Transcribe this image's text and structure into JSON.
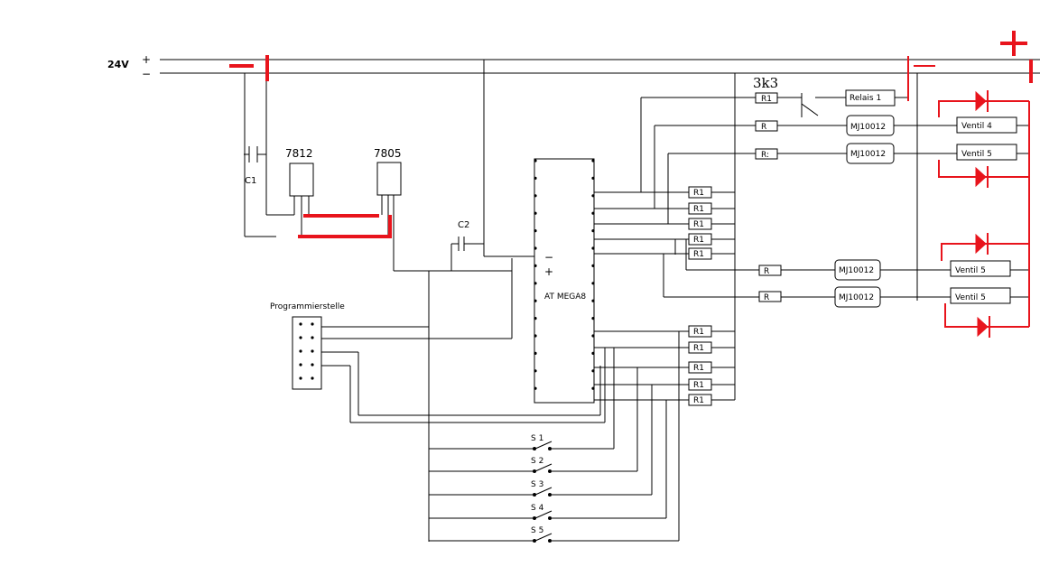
{
  "supply": {
    "voltage": "24V",
    "plus": "+",
    "minus": "−"
  },
  "regulators": {
    "r1": "7812",
    "r2": "7805"
  },
  "capacitors": {
    "c1": "C1",
    "c2": "C2"
  },
  "mcu": {
    "label": "AT MEGA8",
    "minus": "−",
    "plus": "+"
  },
  "header": {
    "label": "Programmierstelle"
  },
  "note_3k3": "3k3",
  "resistors": {
    "r_top1": "R1",
    "r_top2": "R_",
    "r_top3": "R:",
    "r_mid1": "R_",
    "r_mid2": "R",
    "stack_labels": [
      "R1",
      "R1",
      "R1",
      "R1",
      "R1"
    ],
    "lower_labels": [
      "R1",
      "R1",
      "R1",
      "R1",
      "R1"
    ]
  },
  "drivers": {
    "relay": "Relais 1",
    "mj": "MJ10012"
  },
  "valves": {
    "v4": "Ventil 4",
    "v5a": "Ventil 5",
    "v5b": "Ventil 5",
    "v5c": "Ventil 5"
  },
  "switches": [
    {
      "s": "S",
      "n": "1"
    },
    {
      "s": "S",
      "n": "2"
    },
    {
      "s": "S",
      "n": "3"
    },
    {
      "s": "S",
      "n": "4"
    },
    {
      "s": "S",
      "n": "5"
    }
  ],
  "annotations": {
    "red_minus": "−",
    "red_plus": "+"
  },
  "colors": {
    "wire": "#000000",
    "annotation": "#e8141c",
    "background": "#ffffff"
  }
}
